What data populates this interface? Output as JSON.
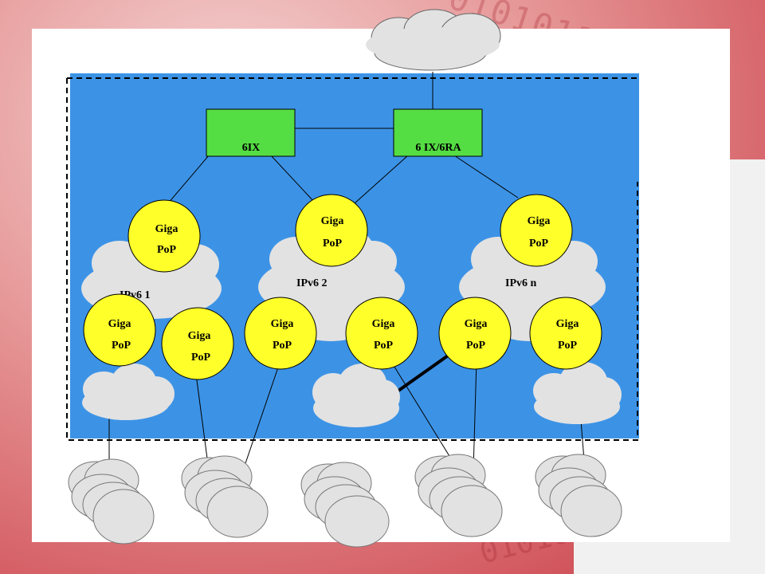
{
  "internet_cloud": {
    "label": ""
  },
  "side_label": [
    "",
    "",
    ""
  ],
  "exchange_left": {
    "line1": "",
    "line2": "6IX"
  },
  "exchange_right": {
    "line1": "",
    "line2": "6 IX/6RA"
  },
  "top_gigapops": [
    {
      "line1": "Giga",
      "line2": "PoP"
    },
    {
      "line1": "Giga",
      "line2": "PoP"
    },
    {
      "line1": "Giga",
      "line2": "PoP"
    }
  ],
  "networks": [
    {
      "label": "IPv6",
      "suffix": "1"
    },
    {
      "label": "IPv6",
      "suffix": "2"
    },
    {
      "label": "IPv6",
      "suffix": "n"
    }
  ],
  "lower_gigapops": [
    {
      "line1": "Giga",
      "line2": "PoP"
    },
    {
      "line1": "Giga",
      "line2": "PoP"
    },
    {
      "line1": "Giga",
      "line2": "PoP"
    },
    {
      "line1": "Giga",
      "line2": "PoP"
    },
    {
      "line1": "Giga",
      "line2": "PoP"
    },
    {
      "line1": "Giga",
      "line2": "PoP"
    }
  ],
  "metro_clouds": [
    {
      "label": ""
    },
    {
      "label": ""
    },
    {
      "label": ""
    }
  ],
  "campus_clouds": [
    {
      "line1": "",
      "line2": ""
    },
    {
      "line1": "",
      "line2": ""
    },
    {
      "line1": "",
      "line2": ""
    },
    {
      "line1": "",
      "line2": ""
    },
    {
      "line1": "",
      "line2": ""
    }
  ],
  "colors": {
    "blue_area": "#3c93e6",
    "exchange_green": "#55dd44",
    "gigapop_yellow": "#ffff2a",
    "cloud_gray": "#e2e2e2"
  },
  "logo_name": "cnc-logo"
}
